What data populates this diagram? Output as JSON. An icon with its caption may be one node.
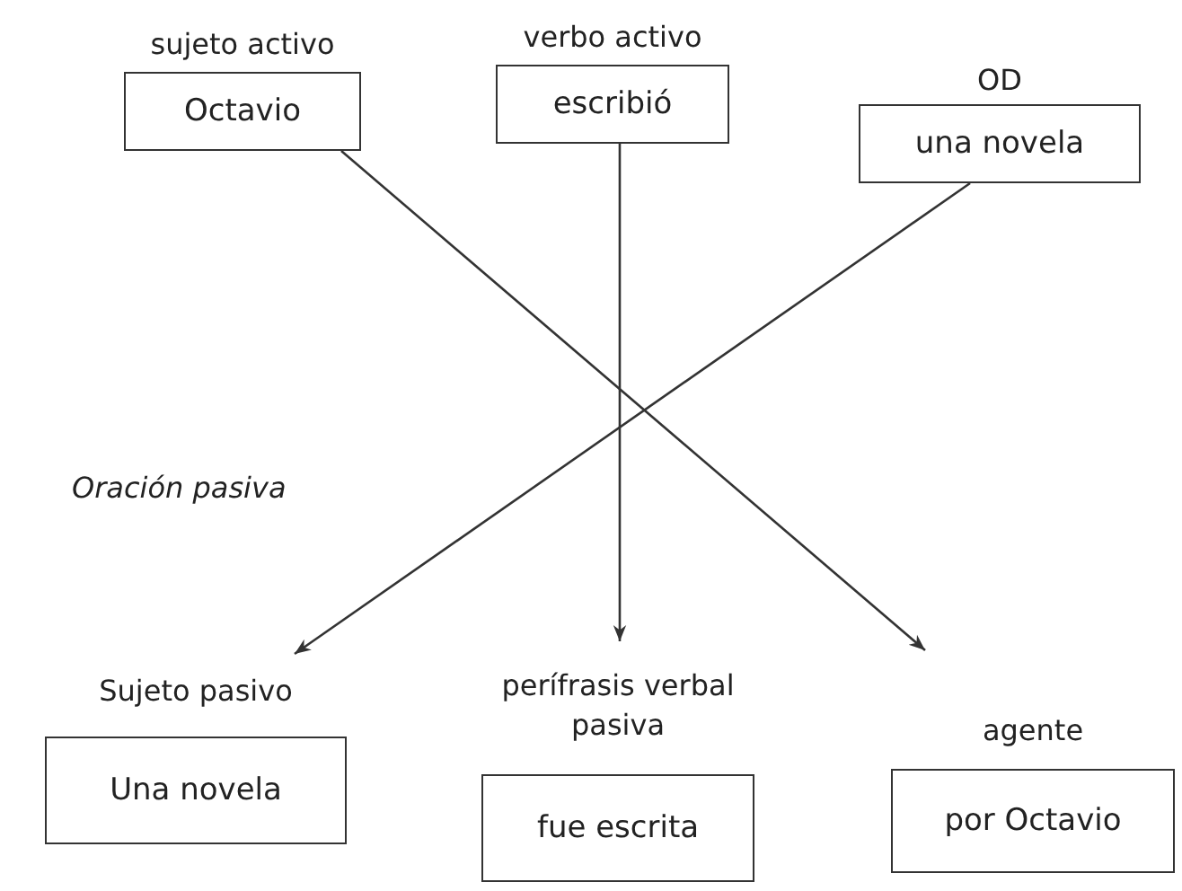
{
  "diagram": {
    "nodes": [
      {
        "text": [
          "sujeto activo",
          "Octavio"
        ]
      },
      {
        "text": [
          "verbo activo",
          "escribió"
        ]
      },
      {
        "text": [
          "OD",
          "una novela"
        ]
      },
      {
        "text": [
          "Sujeto pasivo",
          "Una novela"
        ]
      },
      {
        "text": [
          "perífrasis verbal pasiva",
          "fue escrita"
        ]
      },
      {
        "text": [
          "agente",
          "por Octavio"
        ]
      }
    ],
    "edges": [
      {
        "from": 0,
        "to": 5,
        "arrow": "to"
      },
      {
        "from": 2,
        "to": 3,
        "arrow": "to"
      },
      {
        "from": 1,
        "to": 4,
        "arrow": "to"
      }
    ],
    "labels": [
      "Oración pasiva"
    ]
  }
}
